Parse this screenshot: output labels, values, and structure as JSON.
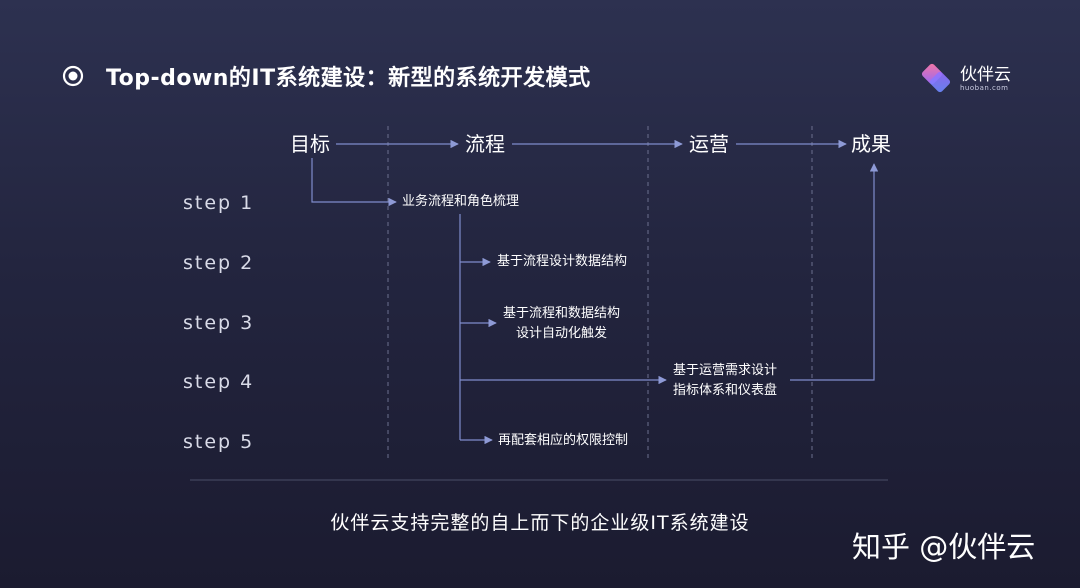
{
  "header": {
    "title": "Top-down的IT系统建设：新型的系统开发模式"
  },
  "logo": {
    "name": "伙伴云",
    "subtitle": "huoban.com"
  },
  "diagram": {
    "stages": [
      "目标",
      "流程",
      "运营",
      "成果"
    ],
    "steps": [
      "step 1",
      "step 2",
      "step 3",
      "step 4",
      "step 5"
    ],
    "boxes": [
      {
        "lines": [
          "业务流程和角色梳理"
        ]
      },
      {
        "lines": [
          "基于流程设计数据结构"
        ]
      },
      {
        "lines": [
          "基于流程和数据结构",
          "设计自动化触发"
        ]
      },
      {
        "lines": [
          "基于运营需求设计",
          "指标体系和仪表盘"
        ]
      },
      {
        "lines": [
          "再配套相应的权限控制"
        ]
      }
    ]
  },
  "caption": "伙伴云支持完整的自上而下的企业级IT系统建设",
  "watermark": "知乎 @伙伴云",
  "colors": {
    "line": "#7f8ccc",
    "dashed": "#6b6f8e",
    "logo_gradient": [
      "#ff7aa8",
      "#9b6bff",
      "#6a8cff"
    ]
  }
}
